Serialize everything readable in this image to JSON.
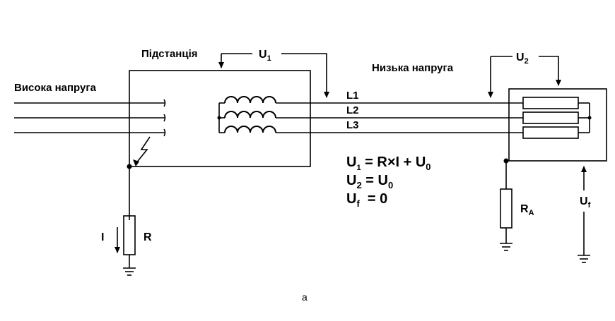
{
  "labels": {
    "high_voltage": "Висока напруга",
    "substation": "Підстанція",
    "low_voltage": "Низька напруга",
    "u1": {
      "main": "U",
      "sub": "1"
    },
    "u2": {
      "main": "U",
      "sub": "2"
    },
    "uf": {
      "main": "U",
      "sub": "f"
    },
    "line_l1": "L1",
    "line_l2": "L2",
    "line_l3": "L3",
    "current_i": "I",
    "resistor_r": "R",
    "resistor_ra": {
      "main": "R",
      "sub": "A"
    },
    "caption": "a"
  },
  "equations": [
    {
      "lhs_main": "U",
      "lhs_sub": "1",
      "rhs": " = R×I + U",
      "rhs_sub": "0"
    },
    {
      "lhs_main": "U",
      "lhs_sub": "2",
      "rhs": " = U",
      "rhs_sub": "0"
    },
    {
      "lhs_main": "U",
      "lhs_sub": "f",
      "rhs": "  = 0",
      "rhs_sub": ""
    }
  ]
}
